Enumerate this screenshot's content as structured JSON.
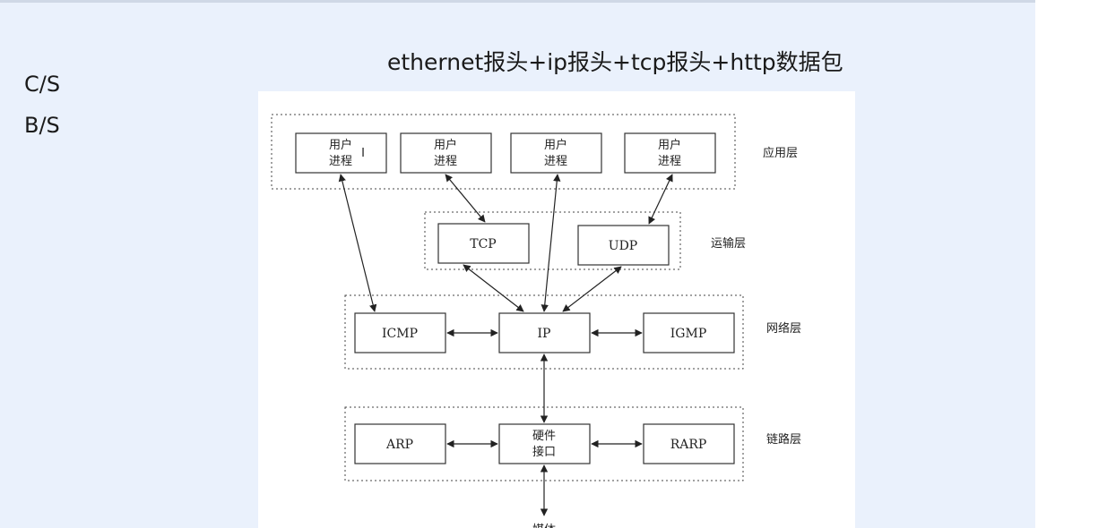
{
  "side_labels": [
    "C/S",
    "B/S"
  ],
  "title": "ethernet报头+ip报头+tcp报头+http数据包",
  "diagram": {
    "layers": {
      "application": "应用层",
      "transport": "运输层",
      "network": "网络层",
      "link": "链路层"
    },
    "user_process": [
      "用户",
      "进程"
    ],
    "transport_boxes": [
      "TCP",
      "UDP"
    ],
    "network_boxes": [
      "ICMP",
      "IP",
      "IGMP"
    ],
    "link_boxes": [
      "ARP",
      "硬件",
      "接口",
      "RARP"
    ],
    "medium": "媒体"
  }
}
